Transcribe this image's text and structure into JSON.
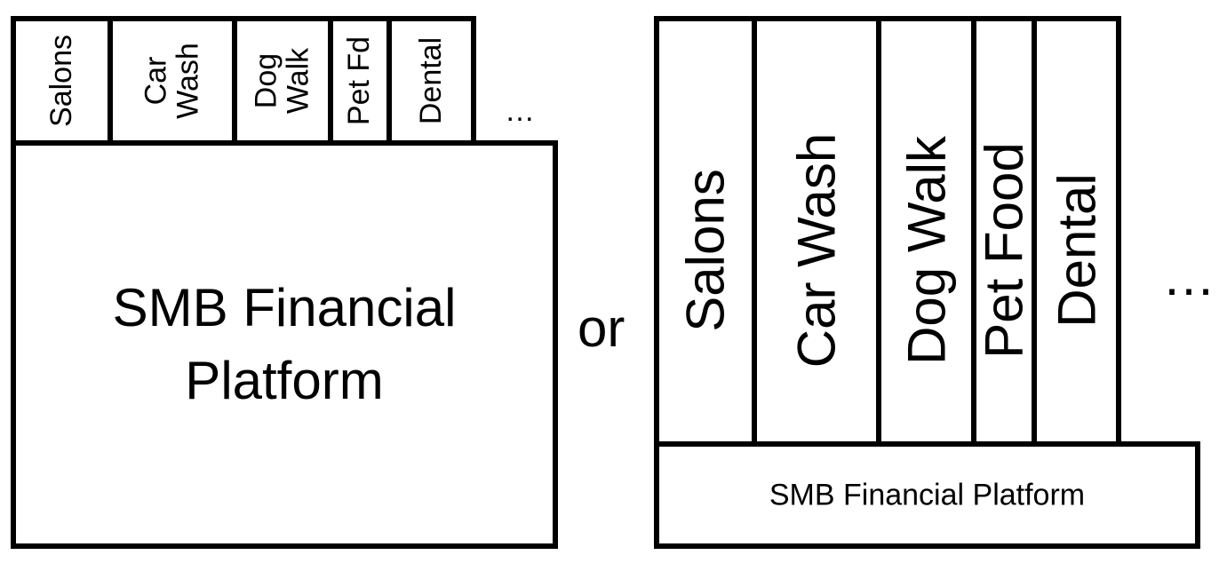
{
  "left": {
    "verticals": [
      {
        "label": "Salons"
      },
      {
        "label": "Car\nWash"
      },
      {
        "label": "Dog\nWalk"
      },
      {
        "label": "Pet Fd"
      },
      {
        "label": "Dental"
      }
    ],
    "ellipsis": "…",
    "platform": "SMB Financial\nPlatform"
  },
  "connector": "or",
  "right": {
    "verticals": [
      {
        "label": "Salons"
      },
      {
        "label": "Car Wash"
      },
      {
        "label": "Dog Walk"
      },
      {
        "label": "Pet Food"
      },
      {
        "label": "Dental"
      }
    ],
    "ellipsis": "…",
    "platform": "SMB Financial Platform"
  }
}
